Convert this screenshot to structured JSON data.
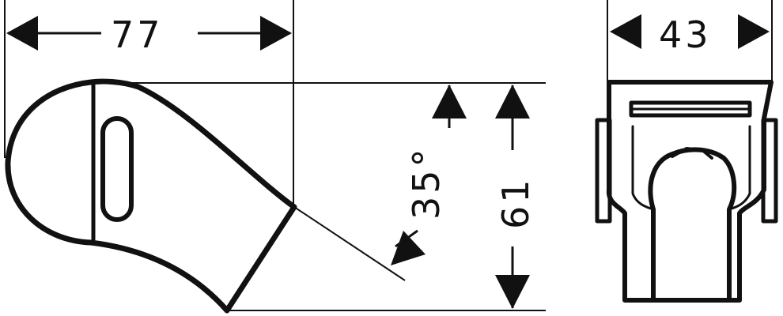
{
  "dimensions": {
    "width_label": "77",
    "height_label": "61",
    "angle_label": "35°",
    "depth_label": "43"
  },
  "colors": {
    "stroke": "#111111",
    "background": "#ffffff"
  }
}
